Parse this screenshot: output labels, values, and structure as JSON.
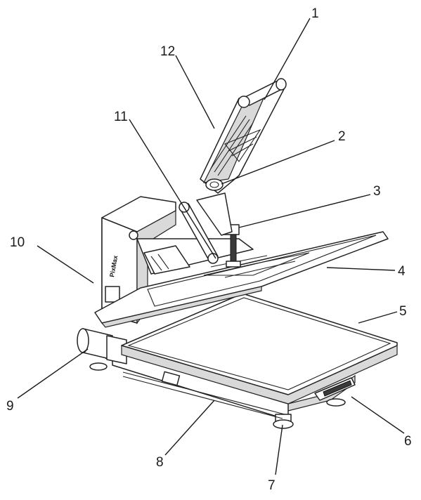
{
  "diagram": {
    "brand_text": "PixMax",
    "callouts": [
      {
        "id": "1",
        "text": "1"
      },
      {
        "id": "2",
        "text": "2"
      },
      {
        "id": "3",
        "text": "3"
      },
      {
        "id": "4",
        "text": "4"
      },
      {
        "id": "5",
        "text": "5"
      },
      {
        "id": "6",
        "text": "6"
      },
      {
        "id": "7",
        "text": "7"
      },
      {
        "id": "8",
        "text": "8"
      },
      {
        "id": "9",
        "text": "9"
      },
      {
        "id": "10",
        "text": "10"
      },
      {
        "id": "11",
        "text": "11"
      },
      {
        "id": "12",
        "text": "12"
      }
    ]
  }
}
